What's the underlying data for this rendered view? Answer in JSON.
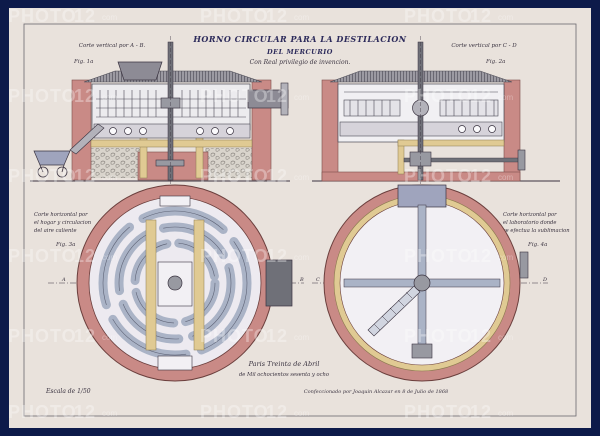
{
  "title": {
    "line1": "HORNO CIRCULAR PARA LA DESTILACION",
    "line2": "DEL MERCURIO",
    "line3": "Con Real privilegio de invencion."
  },
  "figures": {
    "fig1": {
      "cut_label": "Corte vertical por A - B.",
      "fig_label": "Fig. 1a"
    },
    "fig2": {
      "cut_label": "Corte vertical por C - D",
      "fig_label": "Fig. 2a"
    },
    "fig3": {
      "cut_label_lines": [
        "Corte horizontal por",
        "el hogar y circulacion",
        "del aire caliente"
      ],
      "fig_label": "Fig. 3a"
    },
    "fig4": {
      "cut_label_lines": [
        "Corte horizontal por",
        "el laboratorio donde",
        "se efectua la sublimacion"
      ],
      "fig_label": "Fig. 4a"
    }
  },
  "points": {
    "A": "A",
    "B": "B",
    "C": "C",
    "D": "D"
  },
  "place_date_lines": [
    "Paris Treinta de Abril",
    "de Mil ochocientos sesenta y ocho"
  ],
  "scale": "Escala de 1/50",
  "signature": "Confeccionado por Joaquin Alcazar en 8 de Julio de 1868",
  "watermark": {
    "brand": "PHOTO",
    "digits": "12",
    "suffix": "com"
  },
  "colors": {
    "paper": "#e9e2dc",
    "frame": "#0d1a4a",
    "brick": "#c98a86",
    "timber": "#e0ca93",
    "wash_blue": "#aab3c6",
    "steel": "#6f7078",
    "ink": "#3a3340"
  }
}
